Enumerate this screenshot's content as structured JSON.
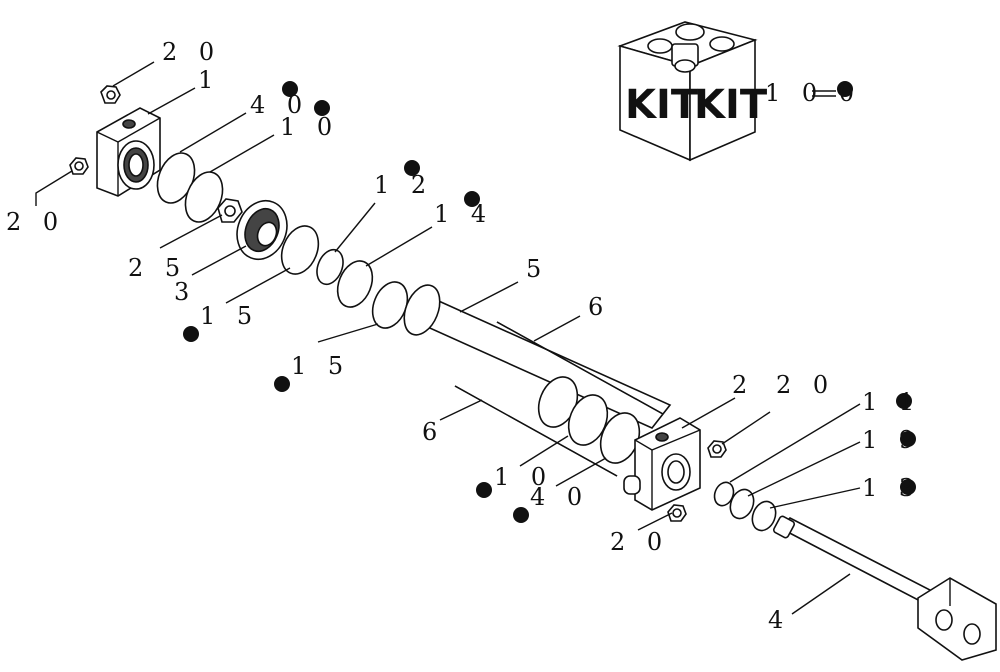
{
  "kit_box": {
    "face_left": "KIT",
    "face_right": "KIT",
    "label": "1 0 0"
  },
  "callouts": [
    {
      "id": "c-20-top",
      "text": "2 0"
    },
    {
      "id": "c-1",
      "text": "1"
    },
    {
      "id": "c-40-top",
      "text": "4 0"
    },
    {
      "id": "c-10-top",
      "text": "1 0"
    },
    {
      "id": "c-20-left",
      "text": "2 0"
    },
    {
      "id": "c-25",
      "text": "2 5"
    },
    {
      "id": "c-3",
      "text": "3"
    },
    {
      "id": "c-15-a",
      "text": "1 5"
    },
    {
      "id": "c-12",
      "text": "1 2"
    },
    {
      "id": "c-14",
      "text": "1 4"
    },
    {
      "id": "c-15-b",
      "text": "1 5"
    },
    {
      "id": "c-5",
      "text": "5"
    },
    {
      "id": "c-6-top",
      "text": "6"
    },
    {
      "id": "c-6-left",
      "text": "6"
    },
    {
      "id": "c-2",
      "text": "2"
    },
    {
      "id": "c-20-right",
      "text": "2 0"
    },
    {
      "id": "c-10-bot",
      "text": "1 0"
    },
    {
      "id": "c-40-bot",
      "text": "4 0"
    },
    {
      "id": "c-20-bot",
      "text": "2 0"
    },
    {
      "id": "c-11",
      "text": "1 1"
    },
    {
      "id": "c-19",
      "text": "1 9"
    },
    {
      "id": "c-13",
      "text": "1 3"
    },
    {
      "id": "c-4",
      "text": "4"
    }
  ]
}
